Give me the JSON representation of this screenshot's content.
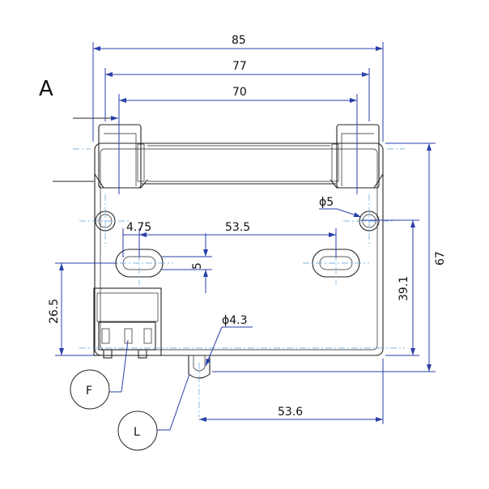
{
  "view_label": "A",
  "dimensions": {
    "overall_width": "85",
    "mount_spacing": "77",
    "inner_spacing": "70",
    "hole_offset": "4.75",
    "slot_spacing": "53.5",
    "slot_height": "5",
    "hole_diameter": "ϕ5",
    "overall_height": "67",
    "slot_height_from_base": "39.1",
    "connector_height": "26.5",
    "notch_diameter": "ϕ4.3",
    "notch_offset": "53.6"
  },
  "callouts": {
    "connector": "F",
    "notch": "L"
  }
}
